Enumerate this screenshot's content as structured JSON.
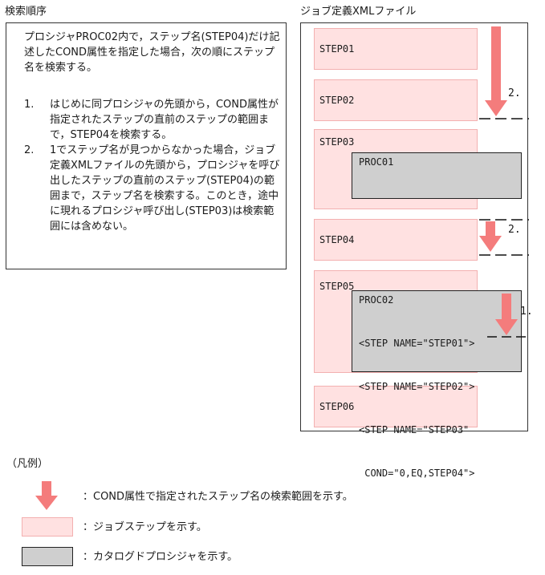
{
  "left_panel": {
    "heading": "検索順序",
    "intro": "プロシジャPROC02内で，ステップ名(STEP04)だけ記述したCOND属性を指定した場合，次の順にステップ名を検索する。",
    "items": [
      {
        "num": "1.",
        "text": "はじめに同プロシジャの先頭から，COND属性が指定されたステップの直前のステップの範囲まで，STEP04を検索する。"
      },
      {
        "num": "2.",
        "text": "1でステップ名が見つからなかった場合，ジョブ定義XMLファイルの先頭から，プロシジャを呼び出したステップの直前のステップ(STEP04)の範囲まで，ステップ名を検索する。このとき，途中に現れるプロシジャ呼び出し(STEP03)は検索範囲には含めない。"
      }
    ]
  },
  "xml_panel": {
    "heading": "ジョブ定義XMLファイル",
    "steps": [
      "STEP01",
      "STEP02",
      "STEP03",
      "STEP04",
      "STEP05",
      "STEP06"
    ],
    "proc01": {
      "label": "PROC01"
    },
    "proc02": {
      "label": "PROC02",
      "lines": [
        "<STEP NAME=\"STEP01\">",
        "<STEP NAME=\"STEP02\">",
        "<STEP NAME=\"STEP03\"",
        " COND=\"0,EQ,STEP04\">"
      ]
    },
    "arrow_labels": [
      "1.",
      "2.",
      "2."
    ]
  },
  "legend": {
    "heading": "（凡例）",
    "items": [
      {
        "icon": "arrow-down-icon",
        "text": "：COND属性で指定されたステップ名の検索範囲を示す。"
      },
      {
        "icon": "jobstep-swatch",
        "text": "：ジョブステップを示す。"
      },
      {
        "icon": "catalog-procedure-swatch",
        "text": "：カタログドプロシジャを示す。"
      }
    ]
  },
  "colors": {
    "arrow": "#f47c7c",
    "step_fill": "#ffe1e1",
    "step_border": "#f3b0b0",
    "proc_fill": "#cfcfcf"
  }
}
